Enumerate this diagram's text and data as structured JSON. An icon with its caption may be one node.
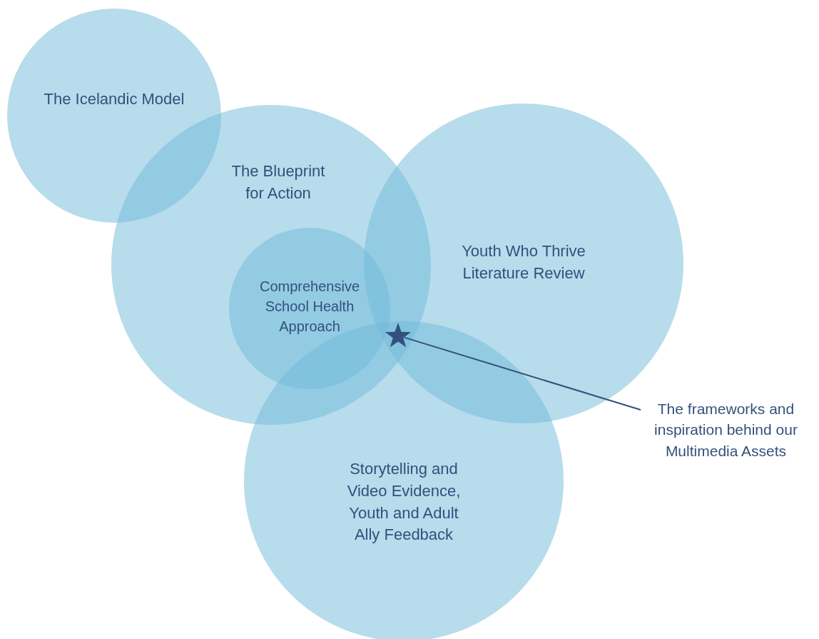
{
  "diagram": {
    "nodes": [
      {
        "text": [
          "The Icelandic Model"
        ]
      },
      {
        "text": [
          "The Blueprint for Action"
        ]
      },
      {
        "text": [
          "Comprehensive School Health Approach"
        ],
        "in": 1
      },
      {
        "text": [
          "Youth Who Thrive Literature Review"
        ]
      },
      {
        "text": [
          "Storytelling and Video Evidence, Youth and Adult Ally Feedback"
        ]
      },
      {
        "text": [],
        "shape": "star"
      },
      {
        "text": [
          "The frameworks and inspiration behind our Multimedia Assets"
        ]
      }
    ],
    "edges": [
      {
        "from": 6,
        "to": 5,
        "arrow": "none"
      }
    ]
  }
}
